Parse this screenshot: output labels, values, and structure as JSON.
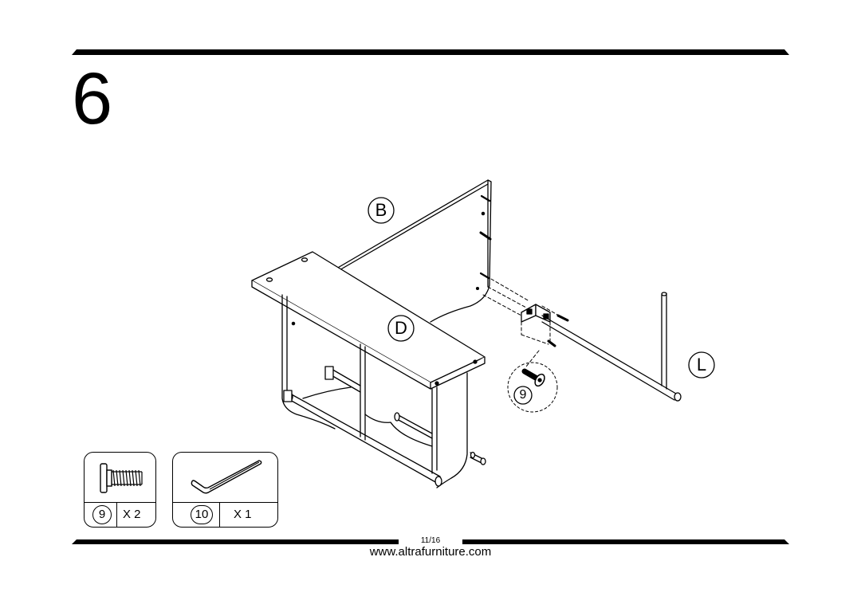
{
  "step": {
    "number": "6"
  },
  "parts": {
    "B": "B",
    "D": "D",
    "L": "L",
    "hardware_callout": "9"
  },
  "hardware": [
    {
      "id": "9",
      "quantity": "X 2",
      "icon": "bolt-icon"
    },
    {
      "id": "10",
      "quantity": "X 1",
      "icon": "allen-key-icon"
    }
  ],
  "footer": {
    "page_number": "11/16",
    "website": "www.altrafurniture.com"
  }
}
